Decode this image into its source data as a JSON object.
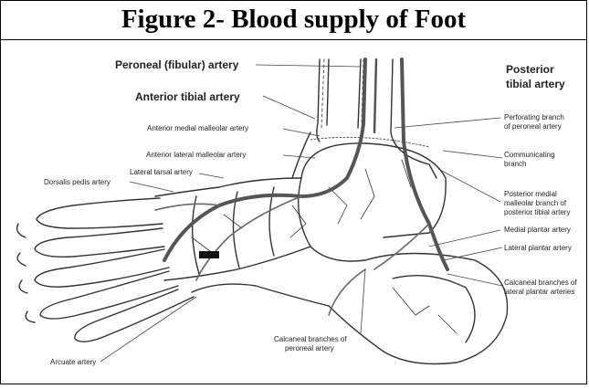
{
  "title": "Figure 2- Blood supply of Foot",
  "labels": {
    "peroneal": "Peroneal (fibular) artery",
    "anterior_tibial": "Anterior tibial artery",
    "posterior_tibial_1": "Posterior",
    "posterior_tibial_2": "tibial artery",
    "ant_medial_malleolar": "Anterior medial malleolar artery",
    "ant_lateral_malleolar": "Anterior lateral malleolar artery",
    "lateral_tarsal": "Lateral tarsal artery",
    "dorsalis_pedis": "Dorsalis pedis artery",
    "perforating_1": "Perforating branch",
    "perforating_2": "of peroneal artery",
    "communicating_1": "Communicating",
    "communicating_2": "branch",
    "post_medial_1": "Posterior medial",
    "post_medial_2": "malleolar branch of",
    "post_medial_3": "posterior tibial artery",
    "medial_plantar": "Medial plantar artery",
    "lateral_plantar": "Lateral plantar artery",
    "calcaneal_branches_1": "Calcaneal branches of",
    "calcaneal_branches_2": "lateral plantar arteries",
    "calcaneal_peroneal_1": "Calcaneal branches of",
    "calcaneal_peroneal_2": "peroneal artery",
    "arcuate": "Arcuate artery"
  }
}
